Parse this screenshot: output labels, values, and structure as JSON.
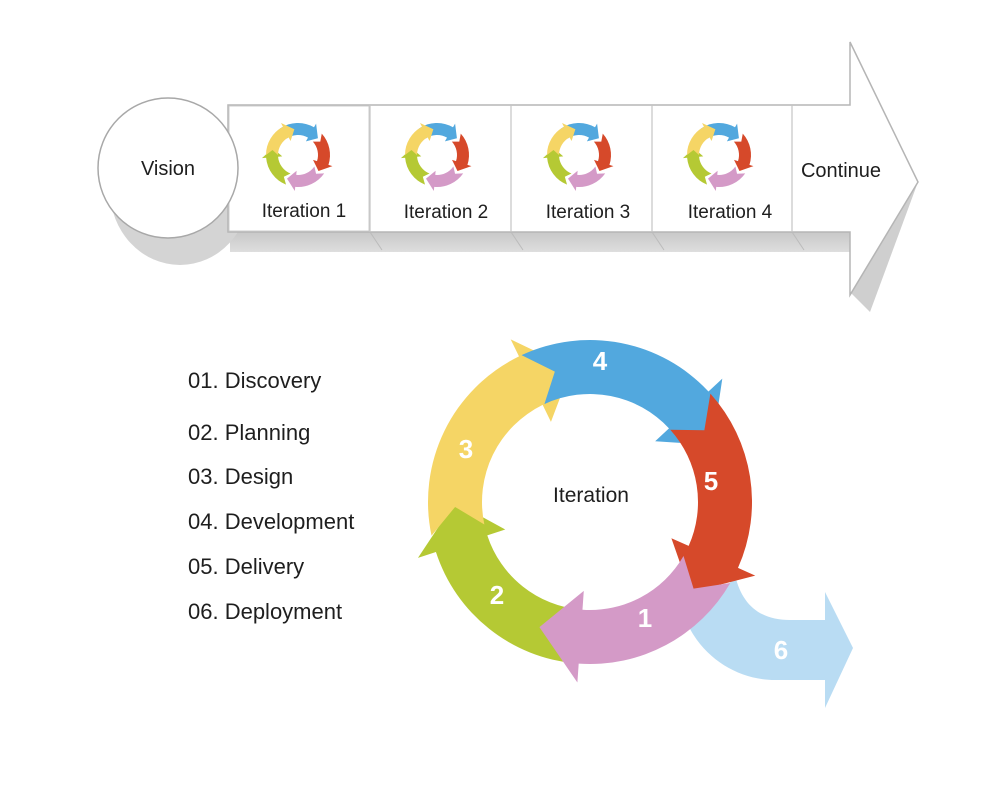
{
  "timeline": {
    "vision_label": "Vision",
    "iterations": [
      "Iteration 1",
      "Iteration 2",
      "Iteration 3",
      "Iteration 4"
    ],
    "continue_label": "Continue"
  },
  "cycle": {
    "center_label": "Iteration",
    "segment_numbers": [
      "1",
      "2",
      "3",
      "4",
      "5",
      "6"
    ],
    "colors": {
      "1": "#d49ac7",
      "2": "#b5c934",
      "3": "#f5d565",
      "4": "#52a8de",
      "5": "#d6492a",
      "6": "#b9dcf3"
    }
  },
  "phases": [
    "01. Discovery",
    "02. Planning",
    "03. Design",
    "04. Development",
    "05. Delivery",
    "06. Deployment"
  ]
}
